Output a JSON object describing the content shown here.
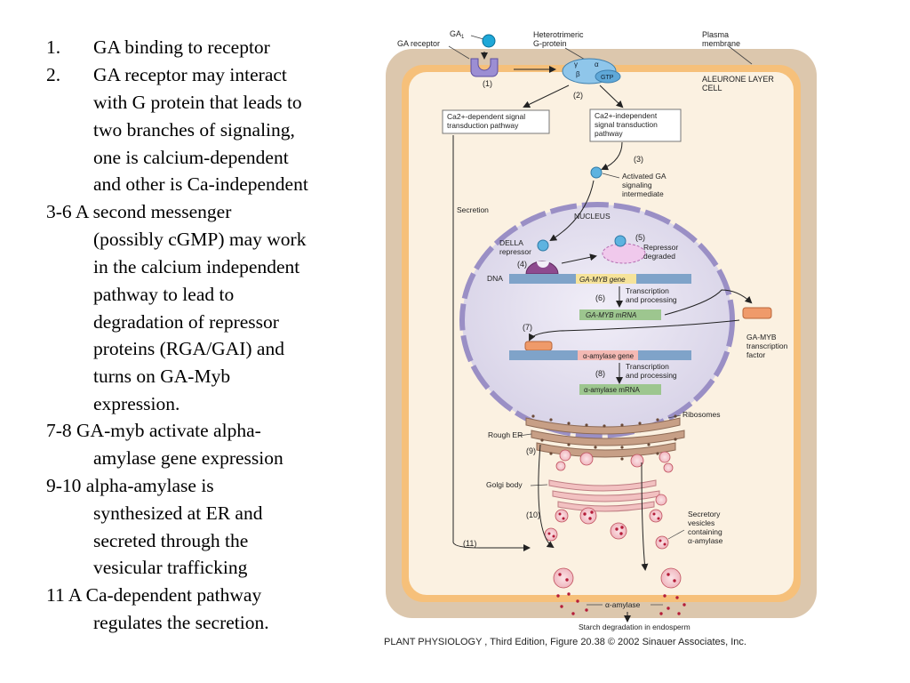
{
  "notes": [
    {
      "num": "1.",
      "lines": [
        "GA binding to receptor"
      ]
    },
    {
      "num": "2.",
      "lines": [
        "GA receptor may interact",
        "with G protein that leads to",
        "two branches of signaling,",
        "one is calcium-dependent",
        "and other is Ca-independent"
      ]
    },
    {
      "num": "3-6  A second messenger",
      "lines": [
        "(possibly cGMP) may work",
        "in the calcium independent",
        "pathway to lead to",
        "degradation of  repressor",
        "proteins (RGA/GAI) and",
        "turns on GA-Myb",
        "expression."
      ]
    },
    {
      "num": "7-8   GA-myb activate alpha-",
      "lines": [
        "amylase gene expression"
      ]
    },
    {
      "num": "9-10 alpha-amylase is",
      "lines": [
        "synthesized at ER and",
        "secreted through the",
        "vesicular trafficking"
      ]
    },
    {
      "num": "11 A Ca-dependent pathway",
      "lines": [
        "regulates the secretion."
      ]
    }
  ],
  "diagram": {
    "ga1": "GA",
    "ga1_sub": "1",
    "ga_receptor": "GA receptor",
    "g_protein": [
      "Heterotrimeric",
      "G-protein"
    ],
    "plasma_membrane": [
      "Plasma",
      "membrane"
    ],
    "aleurone": [
      "ALEURONE LAYER",
      "CELL"
    ],
    "gamma": "γ",
    "alpha": "α",
    "beta": "β",
    "gtp": "GTP",
    "step1": "1",
    "step2": "2",
    "step3": "3",
    "step4": "4",
    "step5": "5",
    "step6": "6",
    "step7": "7",
    "step8": "8",
    "step9": "9",
    "step10": "10",
    "step11": "11",
    "ca_dep": [
      "Ca2+-dependent signal",
      "transduction pathway"
    ],
    "ca_indep": [
      "Ca2+-independent",
      "signal transduction",
      "pathway"
    ],
    "activated_ga": [
      "Activated GA",
      "signaling",
      "intermediate"
    ],
    "secretion": "Secretion",
    "nucleus": "NUCLEUS",
    "della": [
      "DELLA",
      "repressor"
    ],
    "repressor_degraded": [
      "Repressor",
      "degraded"
    ],
    "dna": "DNA",
    "ga_myb_gene": "GA-MYB gene",
    "transcription_processing": [
      "Transcription",
      "and processing"
    ],
    "ga_myb_mrna": "GA-MYB mRNA",
    "ga_myb_tf": [
      "GA-MYB",
      "transcription",
      "factor"
    ],
    "alpha_amylase_gene": "α-amylase gene",
    "alpha_amylase_mrna": "α-amylase mRNA",
    "ribosomes": "Ribosomes",
    "rough_er": "Rough ER",
    "golgi": "Golgi body",
    "secretory_vesicles": [
      "Secretory",
      "vesicles",
      "containing",
      "α-amylase"
    ],
    "alpha_amylase": "α-amylase",
    "starch": "Starch degradation in endosperm"
  },
  "caption": "PLANT PHYSIOLOGY , Third Edition, Figure 20.38  © 2002 Sinauer Associates, Inc."
}
